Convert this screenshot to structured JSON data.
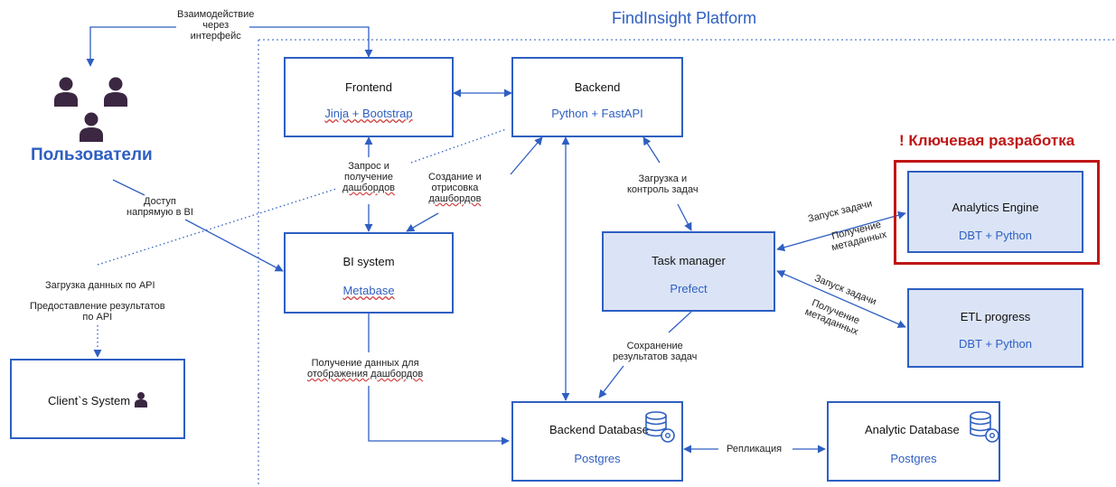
{
  "platform": {
    "title": "FindInsight Platform"
  },
  "users": {
    "title": "Пользователи"
  },
  "key_dev": {
    "title": "! Ключевая разработка"
  },
  "boxes": {
    "frontend": {
      "title": "Frontend",
      "sub": "Jinja + Bootstrap"
    },
    "backend": {
      "title": "Backend",
      "sub": "Python + FastAPI"
    },
    "bi": {
      "title": "BI system",
      "sub": "Metabase"
    },
    "task_manager": {
      "title": "Task manager",
      "sub": "Prefect"
    },
    "analytics_engine": {
      "title": "Analytics Engine",
      "sub": "DBT + Python"
    },
    "etl": {
      "title": "ETL progress",
      "sub": "DBT + Python"
    },
    "backend_db": {
      "title": "Backend Database",
      "sub": "Postgres"
    },
    "analytic_db": {
      "title": "Analytic Database",
      "sub": "Postgres"
    },
    "client": {
      "title": "Client`s System"
    }
  },
  "labels": {
    "interface": [
      "Взаимодействие",
      "через",
      "интерфейс"
    ],
    "direct_bi": [
      "Доступ",
      "напрямую в BI"
    ],
    "api_load": "Загрузка данных по API",
    "api_results": [
      "Предоставление результатов",
      "по API"
    ],
    "dash_request": [
      "Запрос и",
      "получение",
      "дашбордов"
    ],
    "dash_create": [
      "Создание и",
      "отрисовка",
      "дашбордов"
    ],
    "task_load": [
      "Загрузка и",
      "контроль задач"
    ],
    "bi_data": [
      "Получение данных для",
      "отображения дашбордов"
    ],
    "task_save": [
      "Сохранение",
      "результатов задач"
    ],
    "replication": "Репликация",
    "ae_launch": "Запуск задачи",
    "ae_meta": [
      "Получение",
      "метаданных"
    ],
    "etl_launch": "Запуск задачи",
    "etl_meta": [
      "Получение",
      "метаданных"
    ]
  },
  "icons": [
    "person-icon",
    "database-gear-icon"
  ],
  "colors": {
    "accent": "#2e5fc2",
    "fill": "#dbe4f6",
    "key": "#c01616",
    "person": "#3b2742"
  }
}
